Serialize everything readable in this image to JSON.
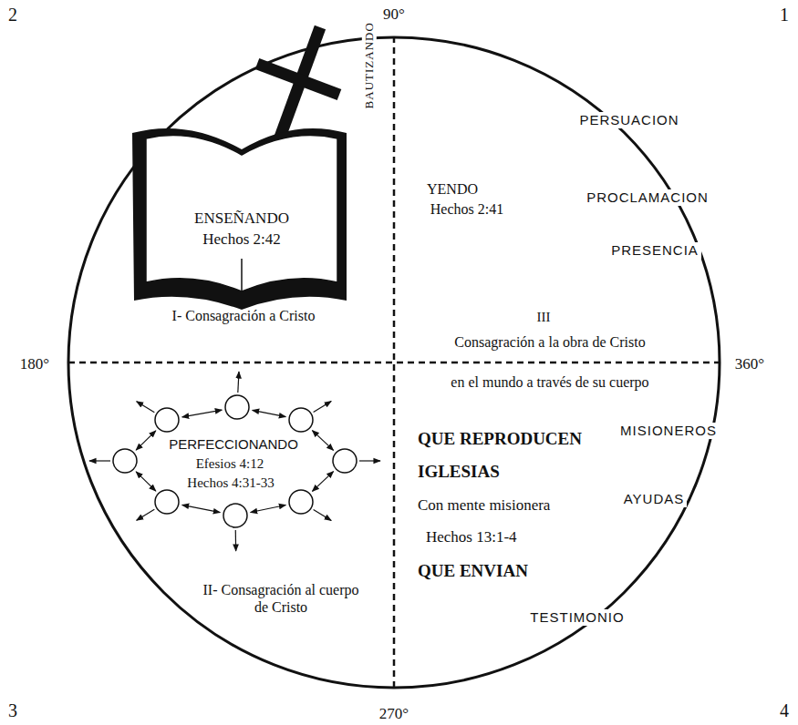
{
  "diagram": {
    "labels": [
      "2",
      "90°",
      "1",
      "ENSEÑANDO",
      "Hechos 2:42",
      "BAUTIZANDO",
      "YENDO",
      "Hechos 2:41",
      "PERSUACION",
      "PROCLAMACION",
      "PRESENCIA",
      "I- Consagración a Cristo",
      "III",
      "Consagración a la obra de Cristo",
      "180°",
      "360°",
      "en el mundo a través de su cuerpo",
      "PERFECCIONANDO",
      "Efesios 4:12",
      "Hechos 4:31-33",
      "QUE REPRODUCEN",
      "IGLESIAS",
      "MISIONEROS",
      "Con mente misionera",
      "AYUDAS",
      "Hechos 13:1-4",
      "QUE ENVIAN",
      "II- Consagración al cuerpo de Cristo",
      "TESTIMONIO",
      "3",
      "270°",
      "4"
    ]
  }
}
